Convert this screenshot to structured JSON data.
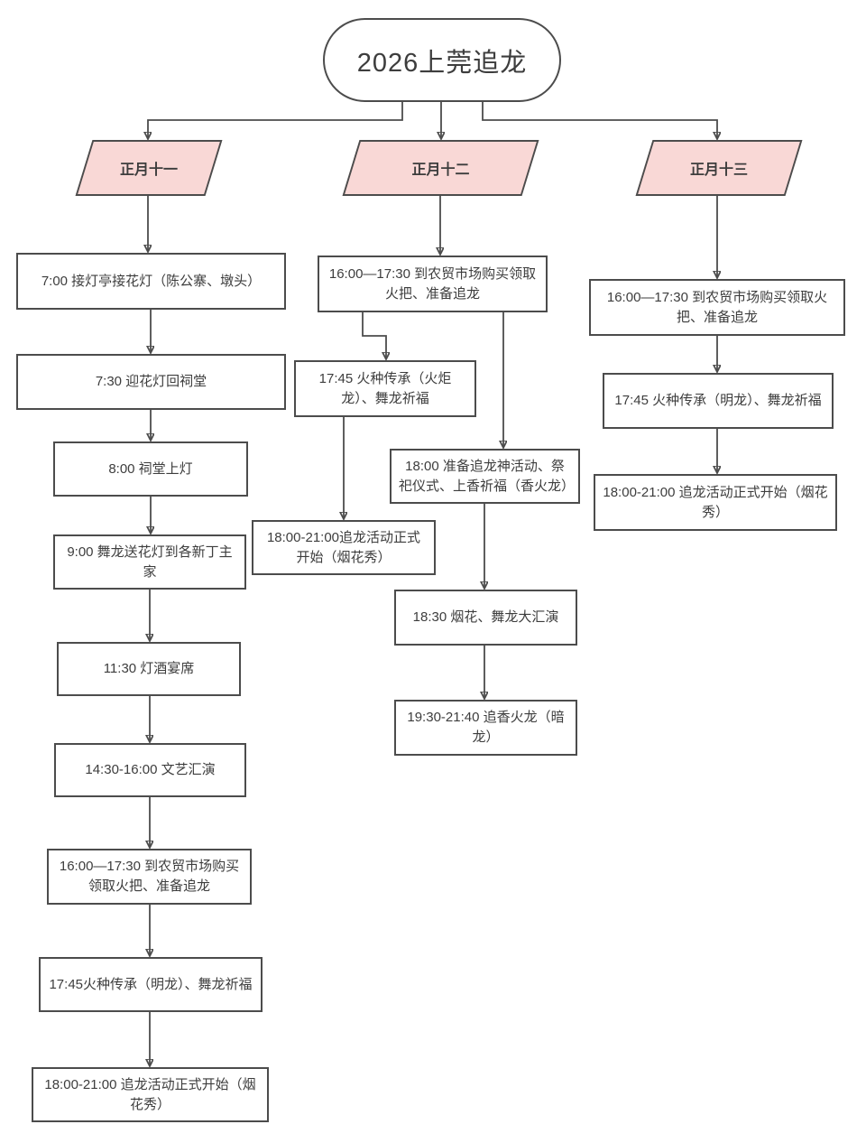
{
  "title": "2026上莞追龙",
  "days": [
    {
      "header": "正月十一",
      "steps": [
        "7:00 接灯亭接花灯（陈公寨、墩头）",
        "7:30 迎花灯回祠堂",
        "8:00 祠堂上灯",
        "9:00 舞龙送花灯到各新丁主家",
        "11:30 灯酒宴席",
        "14:30-16:00 文艺汇演",
        "16:00—17:30 到农贸市场购买领取火把、准备追龙",
        "17:45火种传承（明龙）、舞龙祈福",
        "18:00-21:00 追龙活动正式开始（烟花秀）"
      ]
    },
    {
      "header": "正月十二",
      "steps": [
        "16:00—17:30 到农贸市场购买领取火把、准备追龙",
        "17:45 火种传承（火炬龙）、舞龙祈福",
        "18:00-21:00追龙活动正式开始（烟花秀）",
        "18:00 准备追龙神活动、祭祀仪式、上香祈福（香火龙）",
        "18:30 烟花、舞龙大汇演",
        "19:30-21:40 追香火龙（暗龙）"
      ]
    },
    {
      "header": "正月十三",
      "steps": [
        "16:00—17:30 到农贸市场购买领取火把、准备追龙",
        "17:45 火种传承（明龙）、舞龙祈福",
        "18:00-21:00 追龙活动正式开始（烟花秀）"
      ]
    }
  ],
  "colors": {
    "header_fill": "#f9d8d6",
    "border": "#4c4c4c",
    "text": "#3d3d3d",
    "background": "#ffffff"
  }
}
